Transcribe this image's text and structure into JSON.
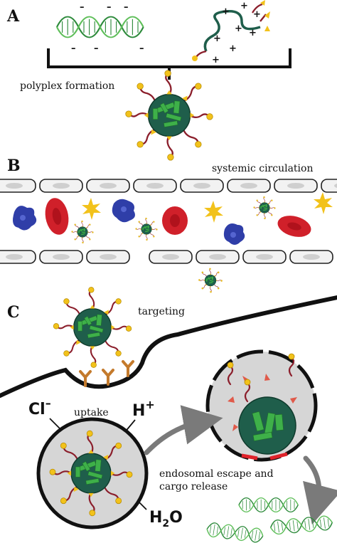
{
  "panels": {
    "a": "A",
    "b": "B",
    "c": "C"
  },
  "labels": {
    "polyplex": "polyplex formation",
    "circulation": "systemic circulation",
    "targeting": "targeting",
    "uptake": "uptake",
    "escape_line1": "endosomal escape and",
    "escape_line2": "cargo release"
  },
  "ions": {
    "chloride": "Cl",
    "proton": "H",
    "water_h": "H",
    "water_sub": "2",
    "water_o": "O"
  },
  "colors": {
    "dna": "#2e8b3c",
    "core": "#1f5e4b",
    "core_rod": "#3eb049",
    "ligand": "#f2c21b",
    "polymer": "#8b1e2b",
    "rbc": "#d0202a",
    "wbc": "#2f3ea8",
    "receptor": "#c47a2c",
    "endosome": "#d6d6d6",
    "arrow": "#7a7a7a"
  }
}
